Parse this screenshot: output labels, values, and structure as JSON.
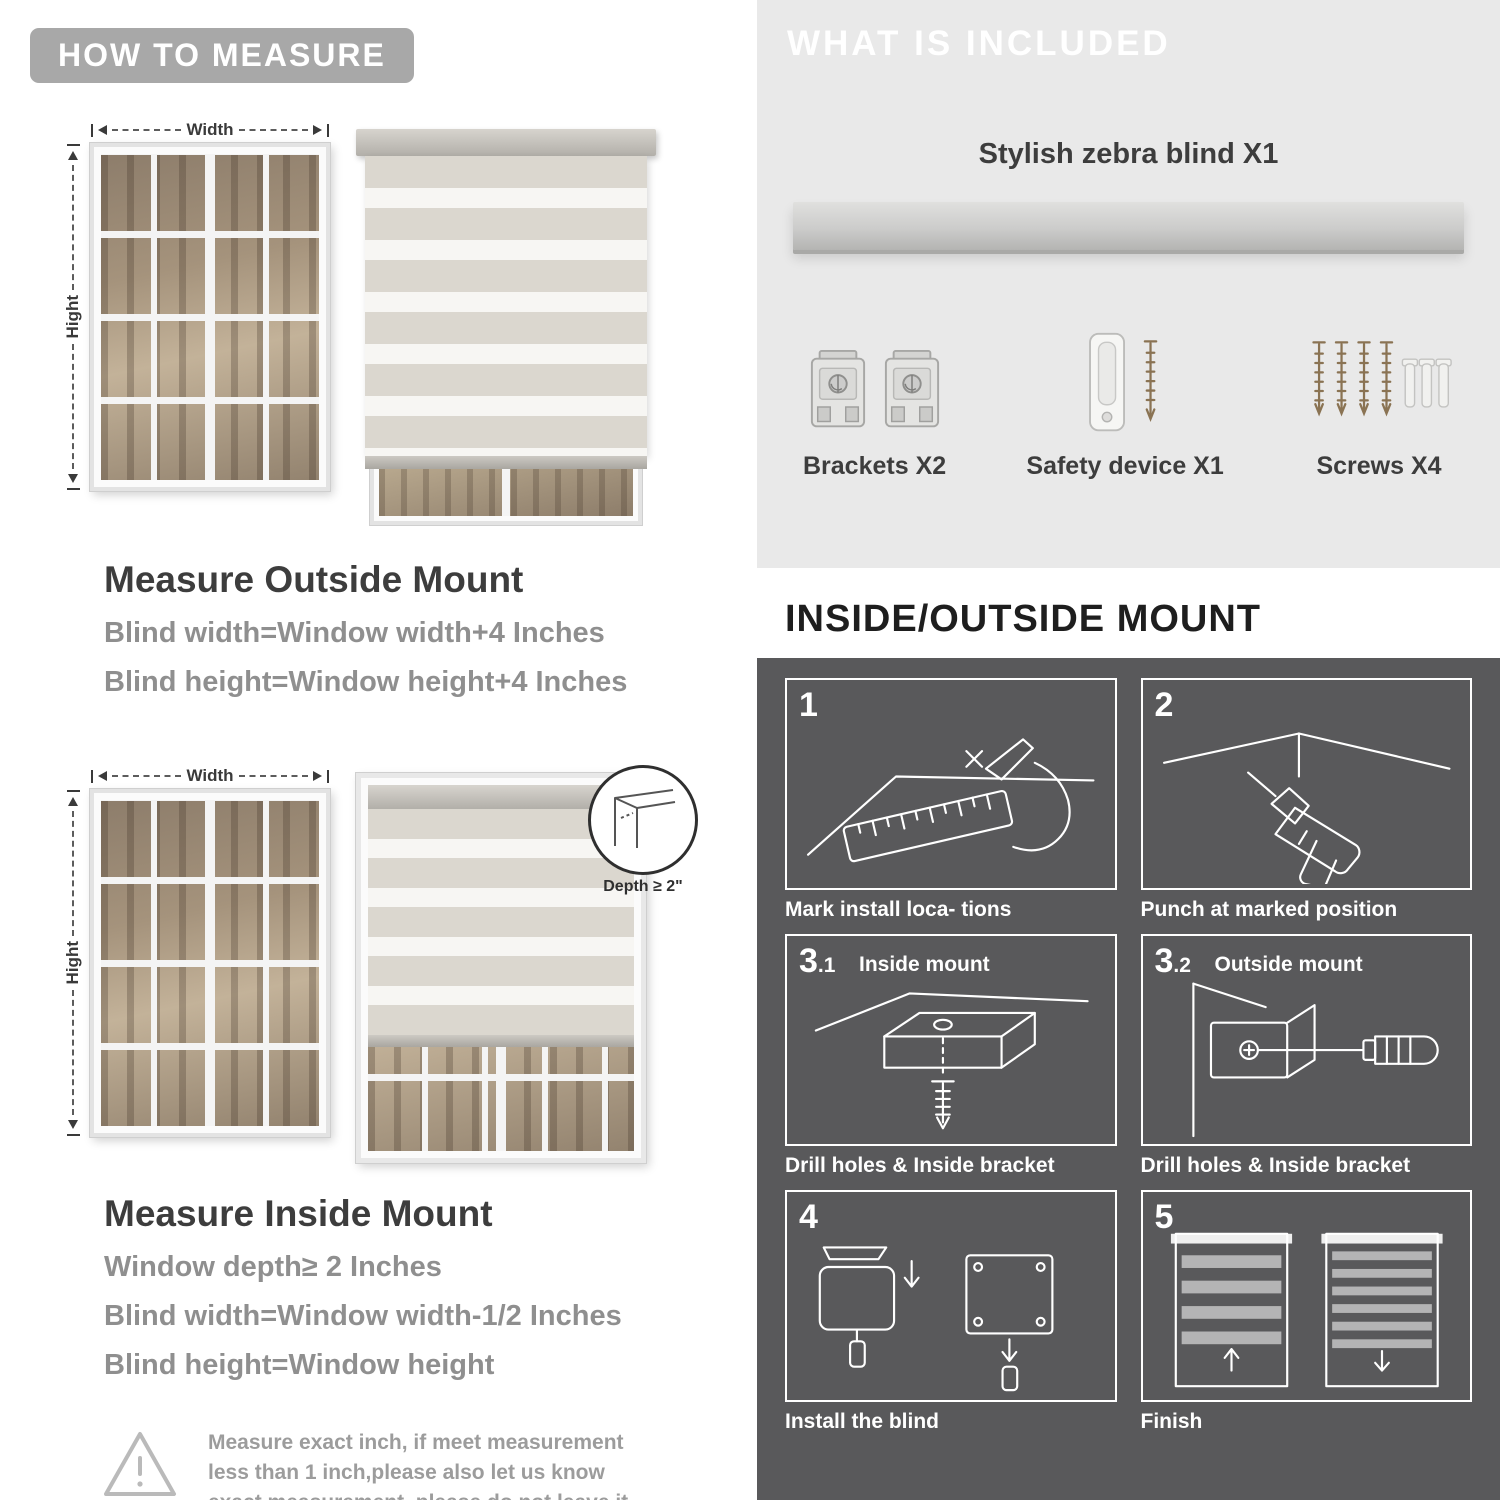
{
  "colors": {
    "badge_gray": "#a8a8a8",
    "panel_light": "#e9e9e9",
    "panel_dark": "#59595b",
    "heading_dark": "#3d3d3d",
    "body_gray": "#8f8f8f"
  },
  "left": {
    "badge": "HOW TO MEASURE",
    "figures": {
      "width_label": "Width",
      "height_label": "Hight",
      "depth_label": "Depth ≥ 2\""
    },
    "outside_mount": {
      "title": "Measure Outside Mount",
      "lines": [
        "Blind width=Window width+4 Inches",
        "Blind height=Window height+4 Inches"
      ]
    },
    "inside_mount": {
      "title": "Measure Inside Mount",
      "lines": [
        "Window depth≥ 2 Inches",
        "Blind width=Window width-1/2 Inches",
        "Blind height=Window height"
      ]
    },
    "note": "Measure exact inch, if meet measurement less than 1 inch,please also let us know exact measurement, please do not leave it"
  },
  "right": {
    "included": {
      "title": "WHAT IS INCLUDED",
      "blind_label": "Stylish zebra blind X1",
      "items": [
        "Brackets X2",
        "Safety device X1",
        "Screws X4"
      ]
    },
    "mount": {
      "title": "INSIDE/OUTSIDE MOUNT",
      "steps": [
        {
          "num": "1",
          "sub": "",
          "label": "",
          "caption": "Mark install loca- tions"
        },
        {
          "num": "2",
          "sub": "",
          "label": "",
          "caption": "Punch at  marked position"
        },
        {
          "num": "3",
          "sub": ".1",
          "label": "Inside mount",
          "caption": "Drill holes &  Inside bracket"
        },
        {
          "num": "3",
          "sub": ".2",
          "label": "Outside mount",
          "caption": "Drill holes &  Inside bracket"
        },
        {
          "num": "4",
          "sub": "",
          "label": "",
          "caption": "Install the blind"
        },
        {
          "num": "5",
          "sub": "",
          "label": "",
          "caption": "Finish"
        }
      ]
    }
  }
}
